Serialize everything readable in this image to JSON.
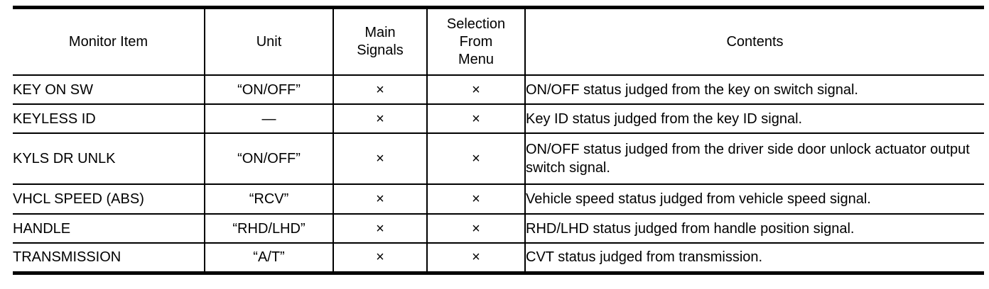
{
  "page": {
    "background": "#ffffff",
    "line_color": "#000000"
  },
  "table": {
    "columns": [
      {
        "id": "monitor_item",
        "label_lines": [
          "Monitor Item"
        ]
      },
      {
        "id": "unit",
        "label_lines": [
          "Unit"
        ]
      },
      {
        "id": "main_signals",
        "label_lines": [
          "Main",
          "Signals"
        ]
      },
      {
        "id": "selection_from_menu",
        "label_lines": [
          "Selection",
          "From",
          "Menu"
        ]
      },
      {
        "id": "contents",
        "label_lines": [
          "Contents"
        ]
      }
    ],
    "rows": [
      {
        "monitor_item": "KEY ON SW",
        "unit": "“ON/OFF”",
        "main_signals": "×",
        "selection_from_menu": "×",
        "contents": "ON/OFF status judged from the key on switch signal."
      },
      {
        "monitor_item": "KEYLESS ID",
        "unit": "—",
        "main_signals": "×",
        "selection_from_menu": "×",
        "contents": "Key ID status judged from the key ID signal."
      },
      {
        "monitor_item": "KYLS DR UNLK",
        "unit": "“ON/OFF”",
        "main_signals": "×",
        "selection_from_menu": "×",
        "contents": "ON/OFF status judged from the driver side door unlock ac­tuator output switch signal."
      },
      {
        "monitor_item": "VHCL SPEED (ABS)",
        "unit": "“RCV”",
        "main_signals": "×",
        "selection_from_menu": "×",
        "contents": "Vehicle speed status judged from vehicle speed signal."
      },
      {
        "monitor_item": "HANDLE",
        "unit": "“RHD/LHD”",
        "main_signals": "×",
        "selection_from_menu": "×",
        "contents": "RHD/LHD status judged from handle position signal."
      },
      {
        "monitor_item": "TRANSMISSION",
        "unit": "“A/T”",
        "main_signals": "×",
        "selection_from_menu": "×",
        "contents": "CVT status judged from transmission."
      }
    ]
  }
}
